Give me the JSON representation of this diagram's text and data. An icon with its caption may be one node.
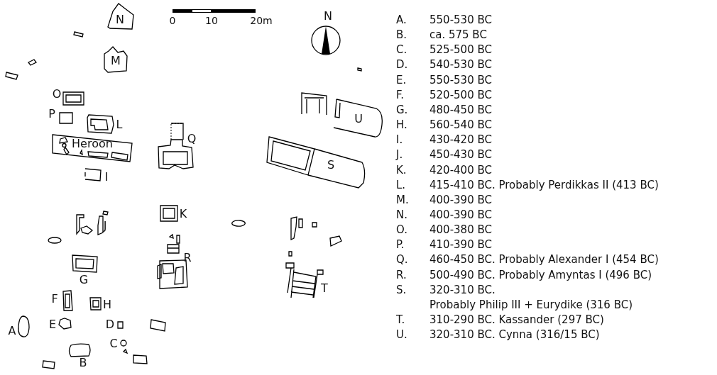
{
  "diagram": {
    "nodes": [
      {
        "text": [
          "N"
        ]
      },
      {
        "text": [
          "M"
        ]
      },
      {
        "text": [
          "Heroon"
        ]
      }
    ],
    "edges": [],
    "labels": [
      "0",
      "10",
      "20m",
      "N",
      "U",
      "O",
      "P",
      "L",
      "Q",
      "S",
      "I",
      "K",
      "J",
      "R",
      "G",
      "T",
      "F",
      "H",
      "E",
      "D",
      "A",
      "C",
      "B",
      "A.",
      "550-530 BC",
      "B.",
      "ca. 575 BC",
      "C.",
      "525-500 BC",
      "D.",
      "540-530 BC",
      "E.",
      "550-530 BC",
      "F.",
      "520-500 BC",
      "G.",
      "480-450 BC",
      "H.",
      "560-540 BC",
      "I.",
      "430-420 BC",
      "J.",
      "450-430 BC",
      "K.",
      "420-400 BC",
      "L.",
      "415-410 BC. Probably Perdikkas II (413 BC)",
      "M.",
      "400-390 BC",
      "N.",
      "400-390 BC",
      "O.",
      "400-380 BC",
      "P.",
      "410-390 BC",
      "Q.",
      "460-450 BC. Probably Alexander I (454 BC)",
      "R.",
      "500-490 BC. Probably Amyntas I (496 BC)",
      "S.",
      "320-310 BC.",
      "Probably Philip III + Eurydike (316 BC)",
      "T.",
      "310-290 BC. Kassander (297 BC)",
      "U.",
      "320-310 BC. Cynna (316/15 BC)"
    ]
  }
}
